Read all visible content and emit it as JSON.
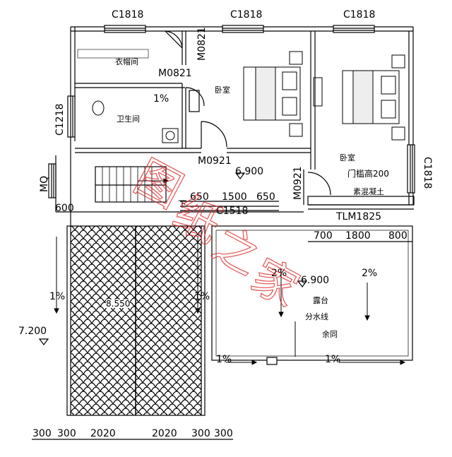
{
  "windows": {
    "top1": "C1818",
    "top2": "C1818",
    "top3": "C1818",
    "left": "C1218",
    "right": "C1818",
    "stair": "C1518",
    "balcony_door": "TLM1825"
  },
  "doors": {
    "closet": "M0821",
    "bath": "M0821",
    "bedroom1": "M0921",
    "bedroom2": "M0921"
  },
  "rooms": {
    "closet": "衣帽间",
    "bath": "卫生间",
    "bedroom1": "卧室",
    "bedroom2": "卧室",
    "terrace": "露台"
  },
  "labels": {
    "mq": "MQ",
    "down": "下",
    "sill_note": "门槛高200",
    "concrete": "素混凝土",
    "divide_line": "分水线",
    "same": "余同"
  },
  "slopes": {
    "bath": "1%",
    "terrace_left": "2%",
    "terrace_right": "2%",
    "bottom_left": "1%",
    "bottom_right": "1%",
    "roof_left": "1%",
    "roof_right": "1%"
  },
  "elevations": {
    "floor": "6.900",
    "terrace": "6.900",
    "roof_edge": "7.200",
    "ridge": "8.550"
  },
  "dimensions": {
    "stair_a": "650",
    "stair_b": "1500",
    "stair_c": "650",
    "left_600": "600",
    "door_a": "700",
    "door_b": "1800",
    "door_c": "800",
    "bottom": [
      "300",
      "300",
      "2020",
      "2020",
      "300",
      "300"
    ]
  },
  "watermark": "图纸之家"
}
